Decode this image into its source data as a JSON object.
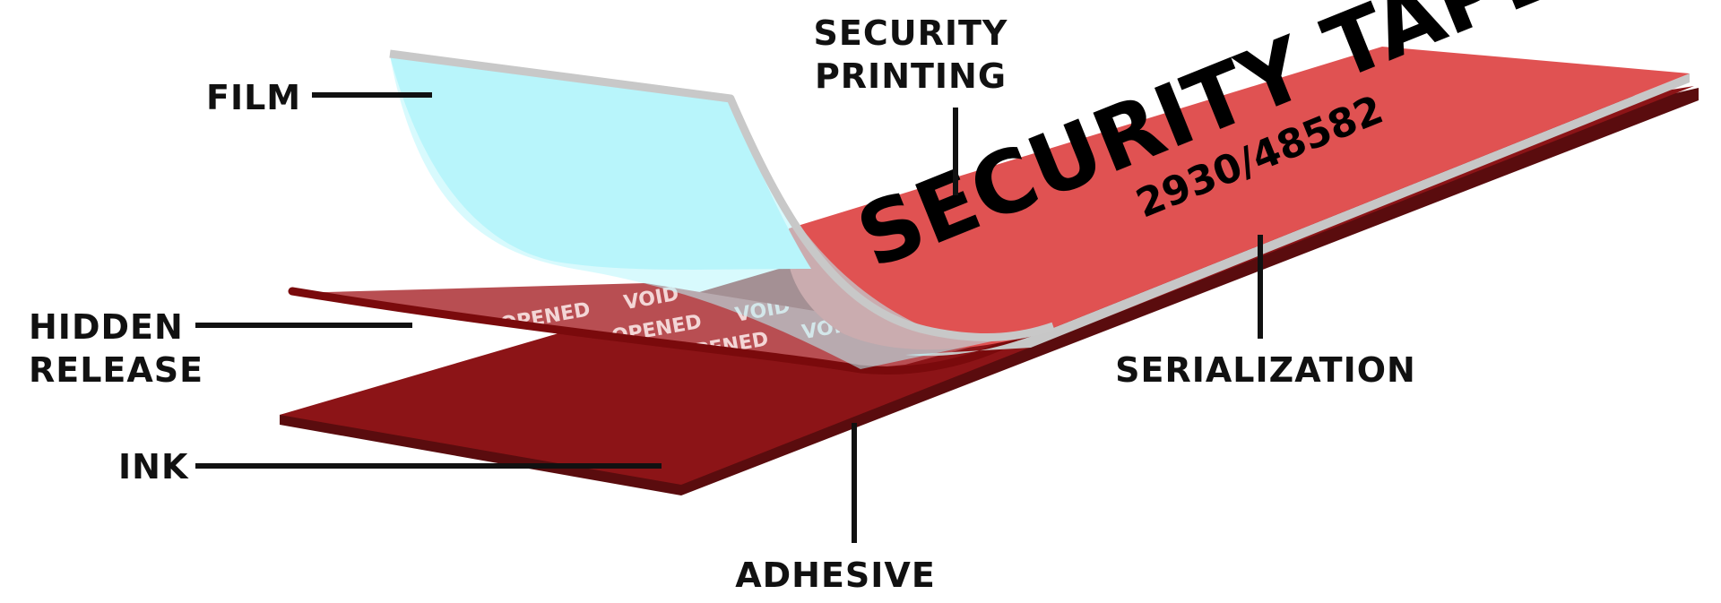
{
  "callouts": {
    "film": "FILM",
    "security_printing_line1": "SECURITY",
    "security_printing_line2": "PRINTING",
    "hidden_release_line1": "HIDDEN",
    "hidden_release_line2": "RELEASE",
    "ink": "INK",
    "adhesive": "ADHESIVE",
    "serialization": "SERIALIZATION"
  },
  "tape": {
    "title": "SECURITY TAPE",
    "serial": "2930/48582"
  },
  "release_pattern": {
    "opened": "OPENED",
    "void": "VOID"
  },
  "colors": {
    "tape_top": "#e05252",
    "film": "#b8f5fb",
    "film_edge": "#c8c8c8",
    "ink_layer": "#8c1417",
    "ink_edge": "#5a0c0e",
    "hidden_release": "#b84e52",
    "leader": "#111111"
  }
}
